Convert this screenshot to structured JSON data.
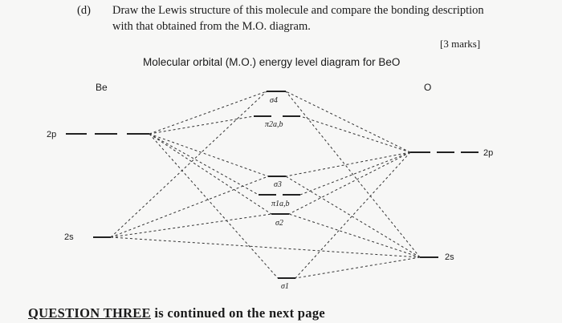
{
  "question": {
    "part": "(d)",
    "line1": "Draw the Lewis structure of this molecule and compare the bonding description",
    "line2": "with that obtained from the M.O. diagram.",
    "marks": "[3 marks]"
  },
  "diagram": {
    "title": "Molecular orbital (M.O.) energy level diagram for BeO",
    "left_atom": "Be",
    "right_atom": "O",
    "left_levels": {
      "upper": "2p",
      "lower": "2s"
    },
    "right_levels": {
      "upper": "2p",
      "lower": "2s"
    },
    "mo_labels": {
      "sigma4": "σ4",
      "pi2ab": "π2a,b",
      "sigma3": "σ3",
      "pi1ab": "π1a,b",
      "sigma2": "σ2",
      "sigma1": "σ1"
    }
  },
  "footer": {
    "bold_underlined": "QUESTION THREE",
    "rest": " is continued on the next page"
  }
}
